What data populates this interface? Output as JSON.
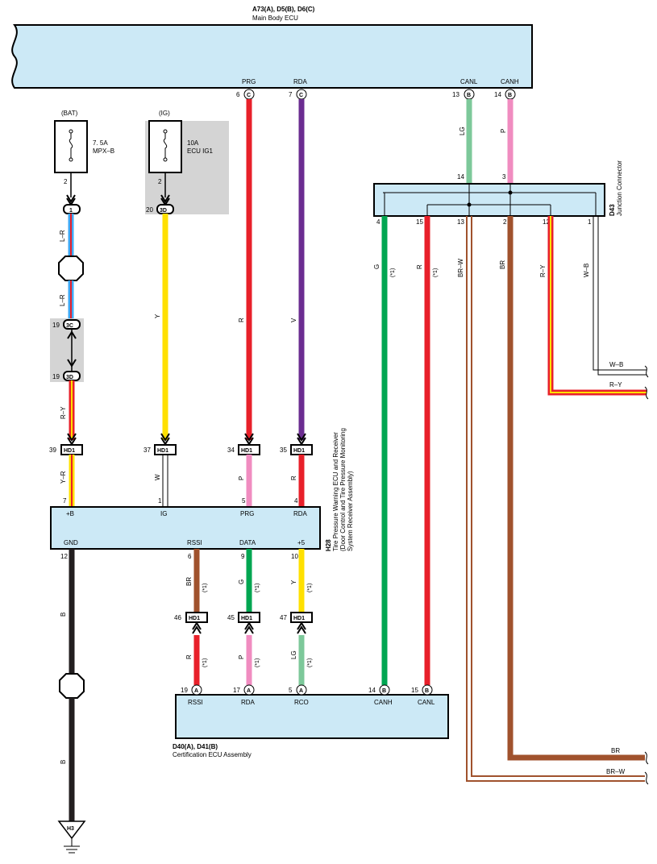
{
  "main_ecu": {
    "code": "A73(A), D5(B), D6(C)",
    "name": "Main Body ECU",
    "pins": [
      {
        "num": "6",
        "conn": "C",
        "label": "PRG"
      },
      {
        "num": "7",
        "conn": "C",
        "label": "RDA"
      },
      {
        "num": "13",
        "conn": "B",
        "label": "CANL"
      },
      {
        "num": "14",
        "conn": "B",
        "label": "CANH"
      }
    ]
  },
  "fuse_bat": {
    "source": "(BAT)",
    "amp": "7. 5A",
    "name": "MPX–B",
    "pin": "2"
  },
  "fuse_ig": {
    "source": "(IG)",
    "amp": "10A",
    "name": "ECU IG1",
    "pin": "2"
  },
  "connectors": {
    "c1": {
      "pin": "1"
    },
    "c3d_top": {
      "num": "20",
      "id": "3D"
    },
    "c3c": {
      "num": "19",
      "id": "3C"
    },
    "c3d": {
      "num": "19",
      "id": "3D"
    },
    "hd1": [
      {
        "num": "39",
        "id": "HD1"
      },
      {
        "num": "37",
        "id": "HD1"
      },
      {
        "num": "34",
        "id": "HD1"
      },
      {
        "num": "35",
        "id": "HD1"
      },
      {
        "num": "46",
        "id": "HD1"
      },
      {
        "num": "45",
        "id": "HD1"
      },
      {
        "num": "47",
        "id": "HD1"
      }
    ]
  },
  "wire_labels": {
    "lr1": "L–R",
    "lr2": "L–R",
    "ry": "R–Y",
    "yr": "Y–R",
    "y": "Y",
    "w": "W",
    "r_prg": "R",
    "p_prg": "P",
    "v_rda": "V",
    "r_rda": "R",
    "lg": "LG",
    "p": "P",
    "br": "BR",
    "g": "G",
    "y2": "Y",
    "r_rssi": "R",
    "p_rda": "P",
    "lg_rco": "LG",
    "b1": "B",
    "b2": "B",
    "g_canh": "G",
    "r_canl": "R",
    "brw": "BR–W",
    "br2": "BR",
    "ry2": "R–Y",
    "wb": "W–B",
    "wb_out": "W–B",
    "ry_out": "R–Y",
    "br_out": "BR",
    "brw_out": "BR–W"
  },
  "star": "(*1)",
  "tpms": {
    "code": "H28",
    "name_line1": "Tire Pressure Warning ECU and Receiver",
    "name_line2": "(Door Control and Tire Pressure Monitoring",
    "name_line3": "System Receiver Assembly)",
    "top_pins": [
      {
        "num": "7",
        "label": "+B"
      },
      {
        "num": "1",
        "label": "IG"
      },
      {
        "num": "5",
        "label": "PRG"
      },
      {
        "num": "4",
        "label": "RDA"
      }
    ],
    "bottom_pins": [
      {
        "num": "12",
        "label": "GND"
      },
      {
        "num": "6",
        "label": "RSSI"
      },
      {
        "num": "9",
        "label": "DATA"
      },
      {
        "num": "10",
        "label": "+5"
      }
    ]
  },
  "junction": {
    "code": "D43",
    "name": "Junction Connector",
    "top_pins": [
      "14",
      "3"
    ],
    "bottom_pins": [
      "4",
      "15",
      "13",
      "2",
      "12",
      "1"
    ]
  },
  "cert_ecu": {
    "code": "D40(A), D41(B)",
    "name": "Certification ECU Assembly",
    "pins": [
      {
        "num": "19",
        "conn": "A",
        "label": "RSSI"
      },
      {
        "num": "17",
        "conn": "A",
        "label": "RDA"
      },
      {
        "num": "5",
        "conn": "A",
        "label": "RCO"
      },
      {
        "num": "14",
        "conn": "B",
        "label": "CANH"
      },
      {
        "num": "15",
        "conn": "B",
        "label": "CANL"
      }
    ]
  },
  "ground": {
    "id": "H3"
  },
  "colors": {
    "red": "#e8202a",
    "violet": "#6b2c91",
    "lightgreen": "#7dc89a",
    "pink": "#f08cc0",
    "green": "#00a651",
    "brown": "#a0522d",
    "yellow": "#ffe000",
    "black": "#231f20",
    "blue": "#3fa9f5",
    "ecu_fill": "#cce9f6",
    "fuse_bg": "#d4d4d4"
  }
}
